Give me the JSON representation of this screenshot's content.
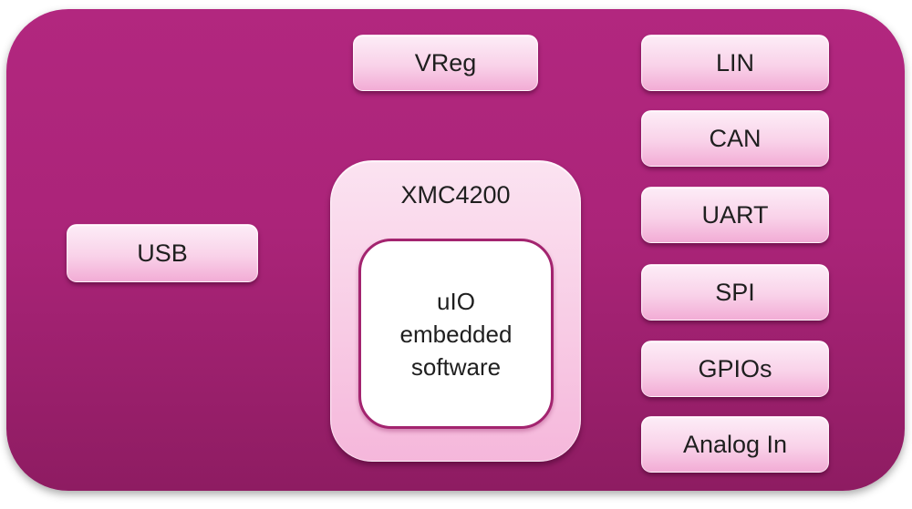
{
  "board": {
    "background_top_color": "#B2277F",
    "background_bottom_color": "#8E1C62",
    "chip_gradient_top_color": "#FDEDF7",
    "chip_gradient_bottom_color": "#F2ACD5",
    "inner_box_border_color": "#A3246F",
    "text_color": "#1F1F1F"
  },
  "blocks": {
    "vreg": {
      "label": "VReg"
    },
    "usb": {
      "label": "USB"
    },
    "mcu": {
      "label": "XMC4200",
      "software_label": "uIO\nembedded\nsoftware"
    }
  },
  "peripherals": {
    "items": [
      {
        "label": "LIN"
      },
      {
        "label": "CAN"
      },
      {
        "label": "UART"
      },
      {
        "label": "SPI"
      },
      {
        "label": "GPIOs"
      },
      {
        "label": "Analog In"
      }
    ]
  }
}
